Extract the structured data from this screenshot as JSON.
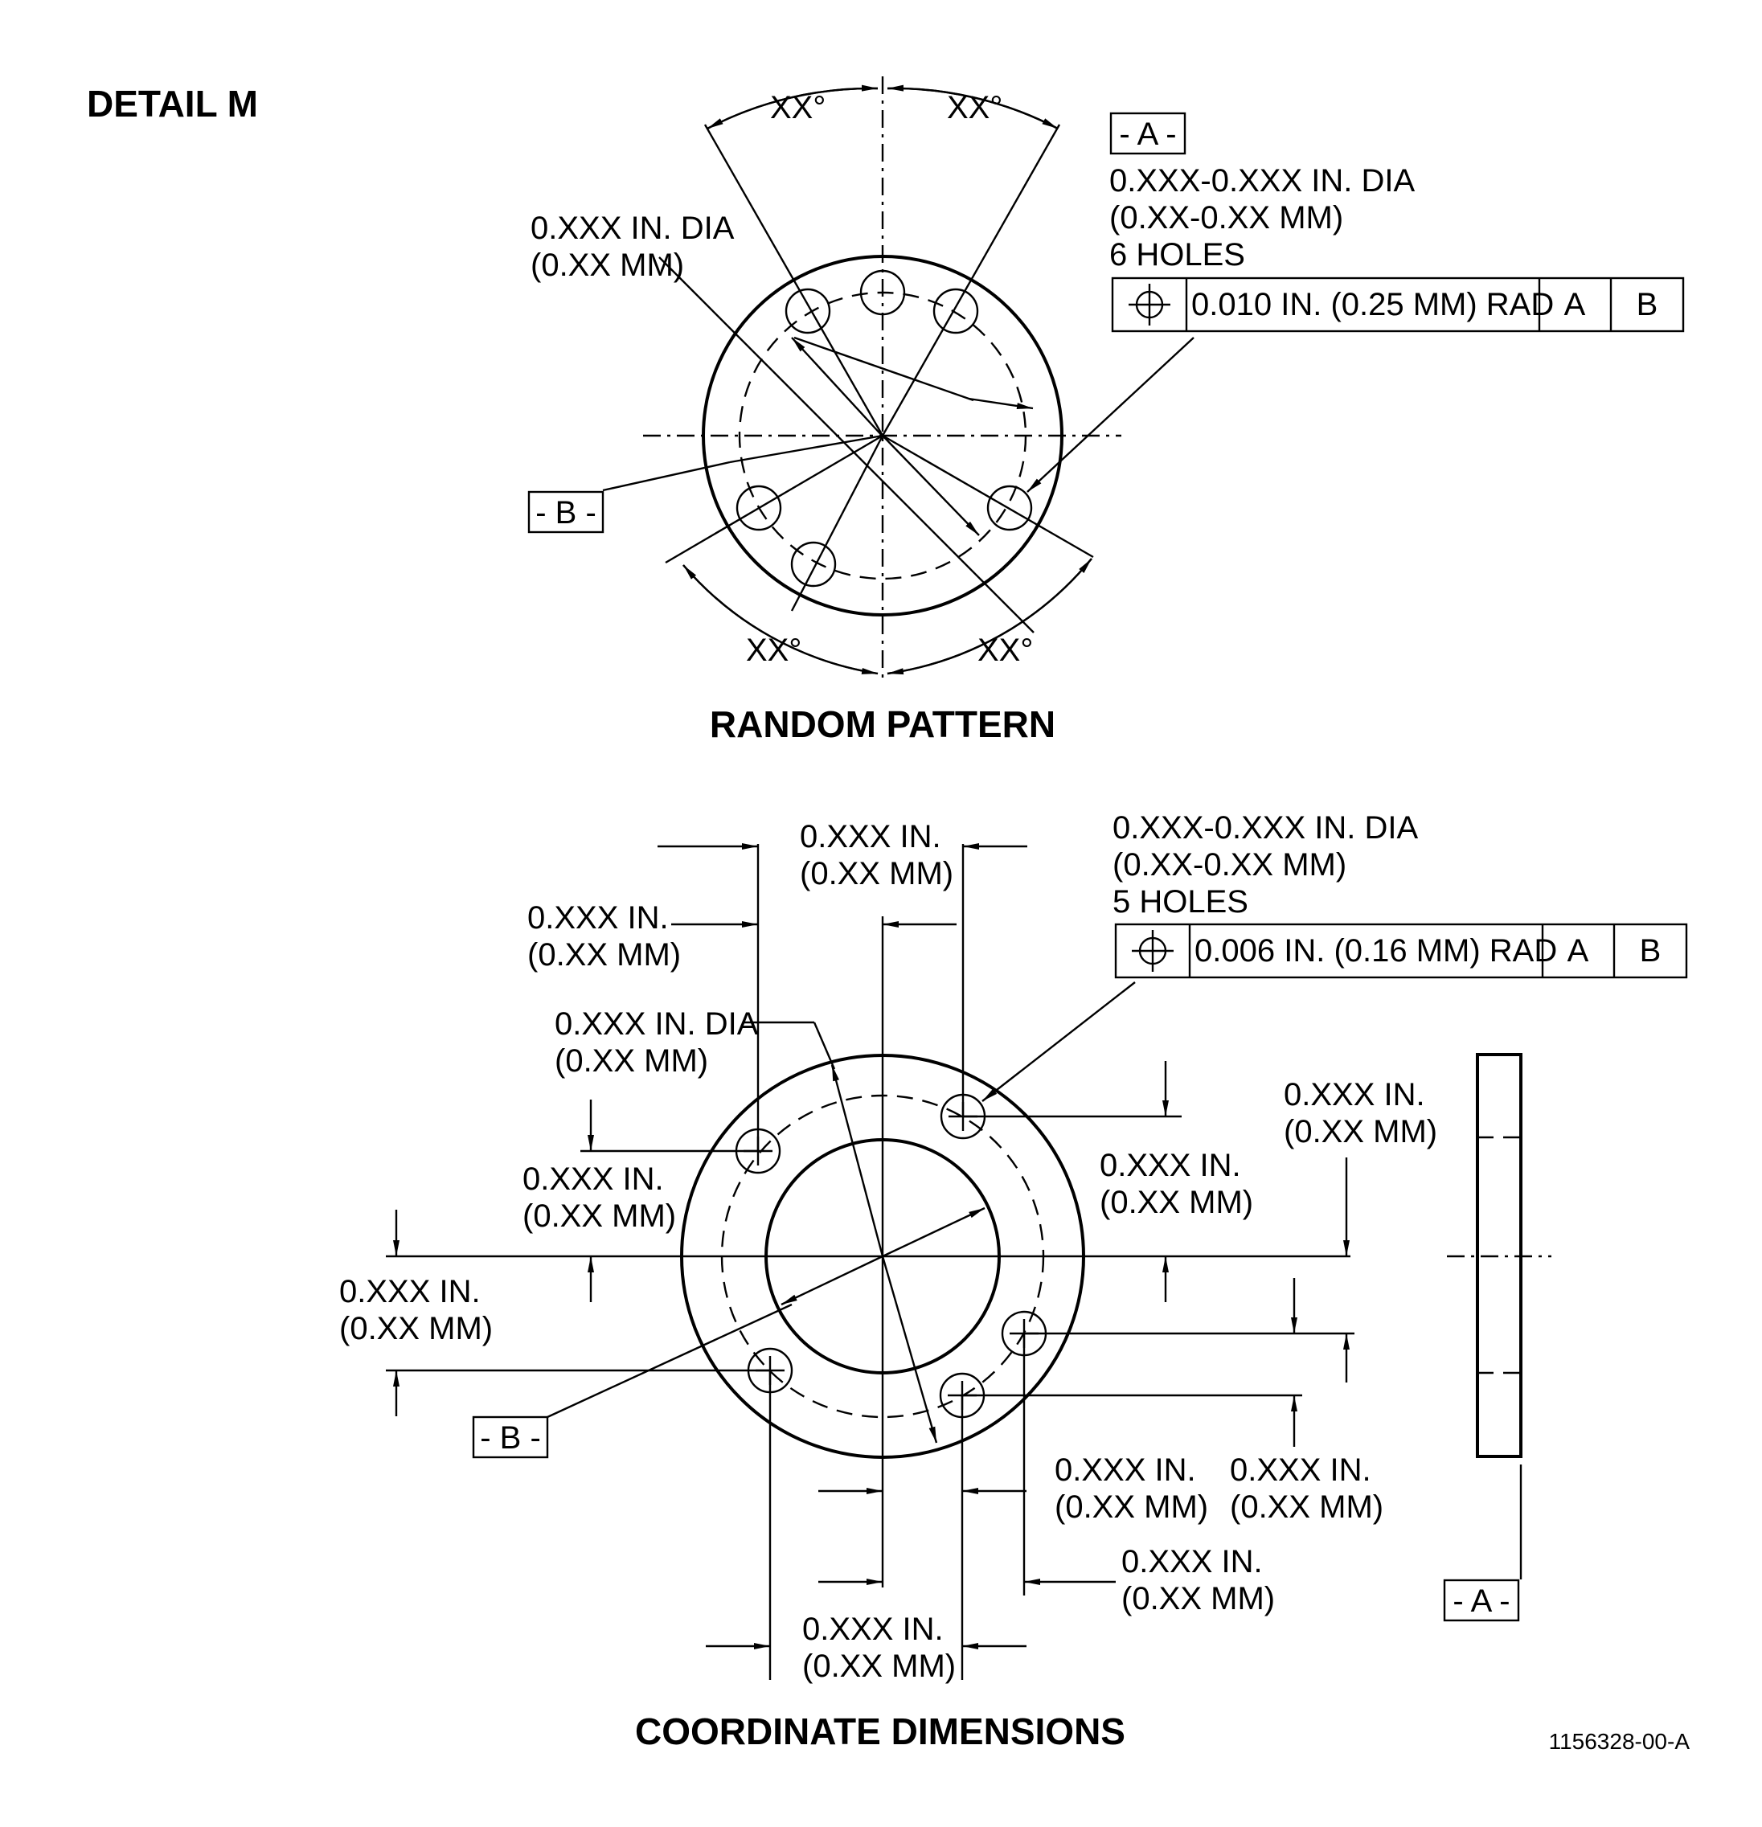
{
  "detail_label": "DETAIL M",
  "figure_id": "1156328-00-A",
  "random_pattern": {
    "title": "RANDOM PATTERN",
    "angle_labels": [
      "XX°",
      "XX°",
      "XX°",
      "XX°"
    ],
    "hole_dia_label": [
      "0.XXX IN. DIA",
      "(0.XX MM)"
    ],
    "holes_note": [
      "0.XXX-0.XXX IN. DIA",
      "(0.XX-0.XX MM)",
      "6 HOLES"
    ],
    "datum_a": "- A -",
    "datum_b": "- B -",
    "tolerance_frame": {
      "symbol": "position-icon",
      "tolerance": "0.010 IN. (0.25 MM) RAD",
      "datum1": "A",
      "datum2": "B"
    }
  },
  "coordinate_dimensions": {
    "title": "COORDINATE DIMENSIONS",
    "holes_note": [
      "0.XXX-0.XXX IN. DIA",
      "(0.XX-0.XX MM)",
      "5 HOLES"
    ],
    "tolerance_frame": {
      "symbol": "position-icon",
      "tolerance": "0.006 IN. (0.16 MM) RAD",
      "datum1": "A",
      "datum2": "B"
    },
    "dim_top_center": [
      "0.XXX IN.",
      "(0.XX MM)"
    ],
    "dim_top_left": [
      "0.XXX IN.",
      "(0.XX MM)"
    ],
    "dim_dia": [
      "0.XXX IN. DIA",
      "(0.XX MM)"
    ],
    "dim_left_mid": [
      "0.XXX IN.",
      "(0.XX MM)"
    ],
    "dim_left_far": [
      "0.XXX IN.",
      "(0.XX MM)"
    ],
    "dim_right_mid": [
      "0.XXX IN.",
      "(0.XX MM)"
    ],
    "dim_right_far": [
      "0.XXX IN.",
      "(0.XX MM)"
    ],
    "dim_bottom_center_right": [
      "0.XXX IN.",
      "(0.XX MM)"
    ],
    "dim_bottom_right": [
      "0.XXX IN.",
      "(0.XX MM)"
    ],
    "dim_bottom_lower": [
      "0.XXX IN.",
      "(0.XX MM)"
    ],
    "dim_bottom_center": [
      "0.XXX IN.",
      "(0.XX MM)"
    ],
    "datum_a": "- A -",
    "datum_b": "- B -"
  }
}
